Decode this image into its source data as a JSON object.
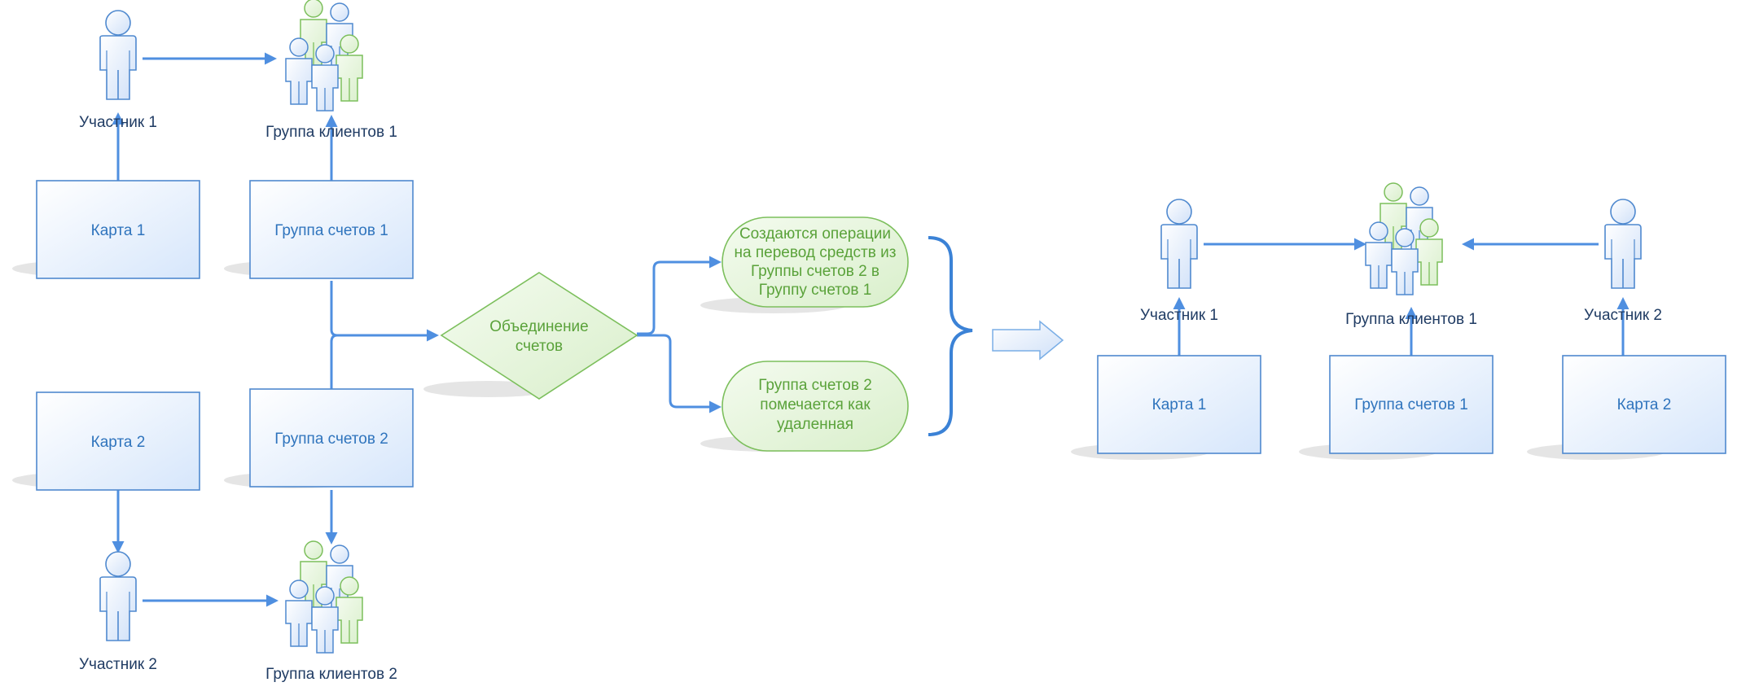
{
  "colors": {
    "blue_line": "#4f8fe0",
    "box_border": "#4f89cf",
    "text_blue": "#2f74bd",
    "green_fill": "#e6f4dd",
    "green_border": "#7cbf5c",
    "text_green": "#5aa23a"
  },
  "left": {
    "participant1": "Участник 1",
    "participant2": "Участник 2",
    "client_group1": "Группа клиентов 1",
    "client_group2": "Группа клиентов 2",
    "card1": "Карта 1",
    "card2": "Карта 2",
    "account_group1": "Группа счетов 1",
    "account_group2": "Группа счетов 2",
    "merge_line1": "Объединение",
    "merge_line2": "счетов",
    "op_line1": "Создаются операции",
    "op_line2": "на перевод средств из",
    "op_line3": "Группы счетов 2 в",
    "op_line4": "Группу счетов 1",
    "del_line1": "Группа счетов 2",
    "del_line2": "помечается как",
    "del_line3": "удаленная"
  },
  "right": {
    "participant1": "Участник 1",
    "participant2": "Участник 2",
    "client_group1": "Группа клиентов 1",
    "card1": "Карта 1",
    "card2": "Карта 2",
    "account_group1": "Группа счетов 1"
  }
}
